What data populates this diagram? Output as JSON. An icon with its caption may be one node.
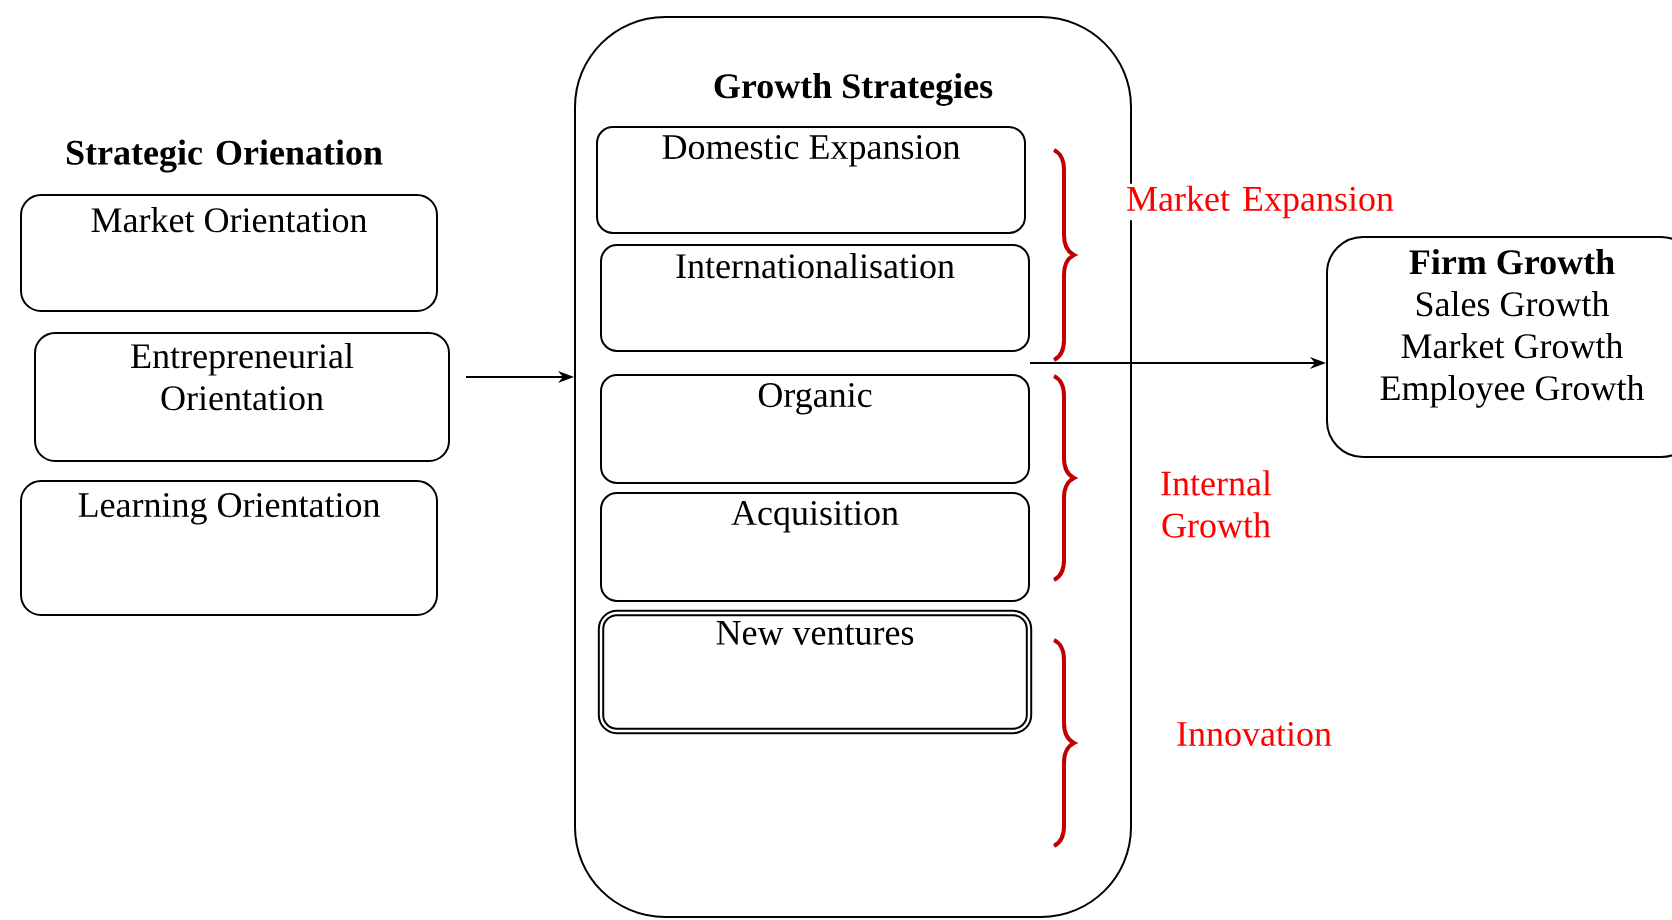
{
  "diagram": {
    "nodes": [
      {
        "text": [
          "Market Orientation"
        ]
      },
      {
        "text": [
          "Entrepreneurial Orientation"
        ]
      },
      {
        "text": [
          "Learning Orientation"
        ]
      },
      {
        "text": [
          "Growth Strategies"
        ]
      },
      {
        "text": [
          "Domestic Expansion"
        ],
        "in": 3
      },
      {
        "text": [
          "Internationalisation"
        ],
        "in": 3
      },
      {
        "text": [
          "Organic"
        ],
        "in": 3
      },
      {
        "text": [
          "Acquisition"
        ],
        "in": 3
      },
      {
        "text": [
          "New ventures"
        ],
        "in": 3
      },
      {
        "text": [
          "Firm Growth",
          "Sales Growth",
          "Market Growth",
          "Employee Growth"
        ]
      }
    ],
    "edges": [
      {
        "from": 1,
        "to": 3,
        "arrow": "to"
      },
      {
        "from": 5,
        "to": 9,
        "arrow": "to"
      }
    ],
    "labels": [
      "Strategic Orienation",
      "Market Expansion",
      "Internal Growth",
      "Innovation"
    ]
  }
}
